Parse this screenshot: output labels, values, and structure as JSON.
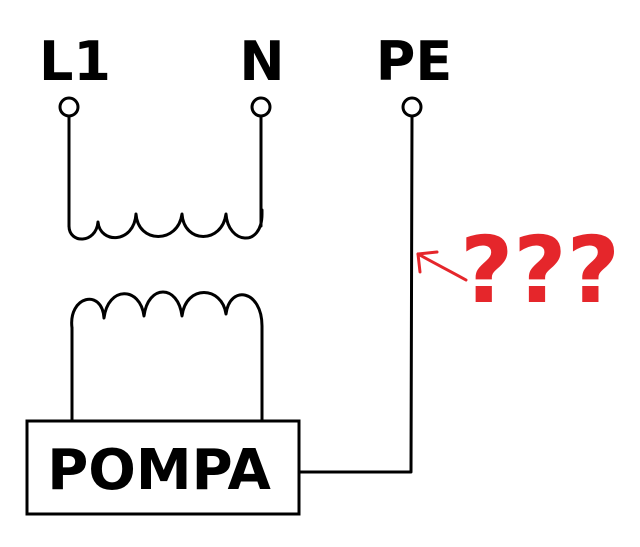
{
  "terminals": {
    "l1": "L1",
    "n": "N",
    "pe": "PE"
  },
  "device": {
    "label": "POMPA"
  },
  "annotation": {
    "text": "???",
    "color": "#e5262b"
  },
  "colors": {
    "ink": "#000000",
    "background": "#ffffff"
  }
}
